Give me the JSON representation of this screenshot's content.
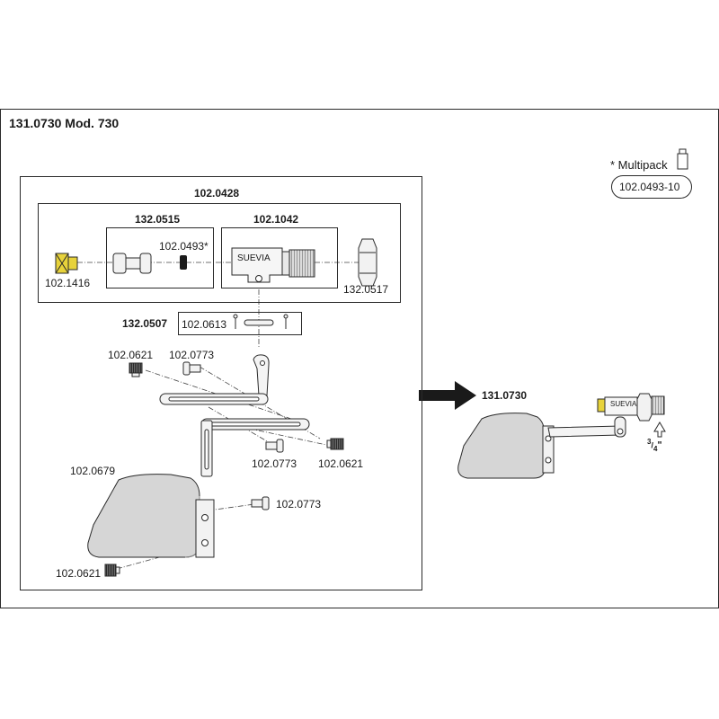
{
  "sheet": {
    "title": "131.0730 Mod. 730",
    "multipack_label": "* Multipack",
    "multipack_code": "102.0493-10"
  },
  "valve_group": {
    "group_code": "102.0428",
    "cartridge_code": "132.0515",
    "seal_code": "102.0493*",
    "body_code": "102.1042",
    "brand": "SUEVIA",
    "plug_code": "102.1416",
    "nut_code": "132.0517"
  },
  "pin_set": {
    "set_code": "132.0507",
    "pin_code": "102.0613"
  },
  "arm_parts": {
    "knob_top": "102.0621",
    "screw_top": "102.0773",
    "screw_mid": "102.0773",
    "knob_mid": "102.0621",
    "float_code": "102.0679",
    "screw_low": "102.0773",
    "knob_low": "102.0621"
  },
  "assembled": {
    "code": "131.0730",
    "brand": "SUEVIA",
    "thread_whole": "3",
    "thread_den": "4",
    "thread_mark": "\""
  },
  "colors": {
    "line": "#2a2a2a",
    "brass": "#e7d23a",
    "float_fill": "#d6d6d6",
    "metal_fill": "#f2f2f2"
  }
}
